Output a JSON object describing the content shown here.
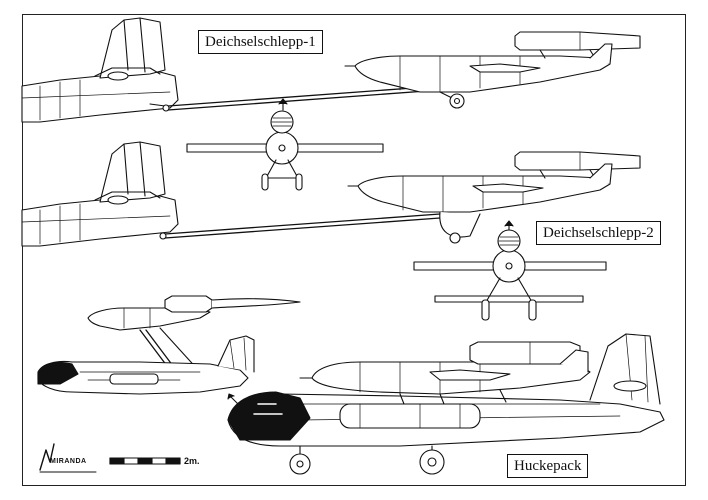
{
  "labels": {
    "config_1": "Deichselschlepp-1",
    "config_2": "Deichselschlepp-2",
    "config_3": "Huckepack"
  },
  "scale": {
    "text": "2m."
  },
  "logo": {
    "text": "MIRANDA"
  }
}
